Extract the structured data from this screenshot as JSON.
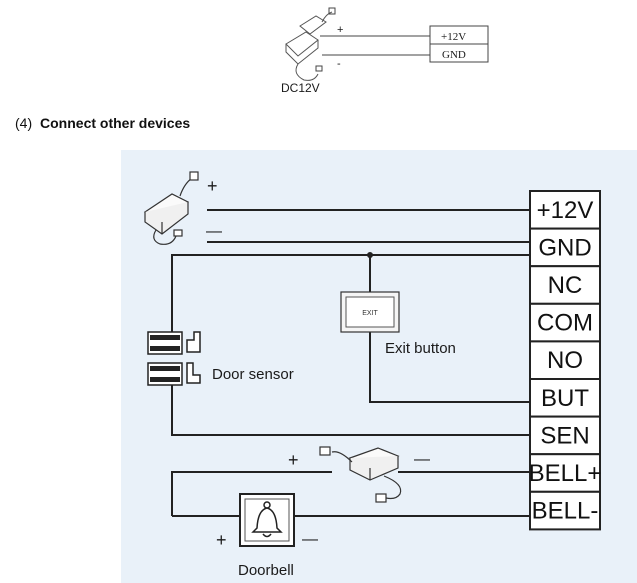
{
  "top_diagram": {
    "plus_sign": "+",
    "minus_sign": "-",
    "terminal_12v": "+12V",
    "terminal_gnd": "GND",
    "adapter_label": "DC12V"
  },
  "section": {
    "number": "(4)",
    "title": "Connect other devices"
  },
  "main_diagram": {
    "background": "#e9f1f9",
    "terminals": [
      "+12V",
      "GND",
      "NC",
      "COM",
      "NO",
      "BUT",
      "SEN",
      "BELL+",
      "BELL-"
    ],
    "power_plus": "+",
    "power_minus": "—",
    "exit_button_face": "EXIT",
    "exit_button_label": "Exit button",
    "door_sensor_label": "Door sensor",
    "bell_plus": "+",
    "bell_minus": "—",
    "doorbell_plus": "+",
    "doorbell_minus": "—",
    "doorbell_label": "Doorbell"
  }
}
